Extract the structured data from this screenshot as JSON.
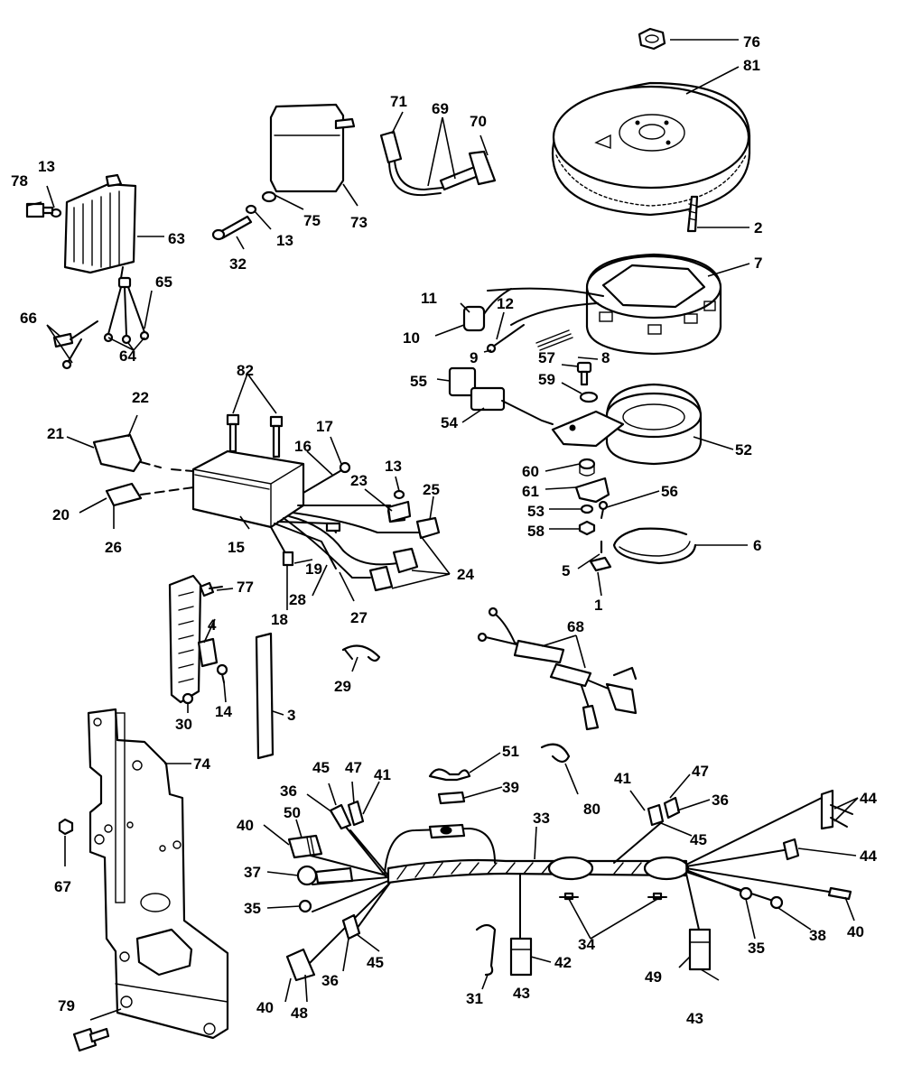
{
  "callouts": [
    {
      "id": "c76",
      "text": "76"
    },
    {
      "id": "c81",
      "text": "81"
    },
    {
      "id": "c2",
      "text": "2"
    },
    {
      "id": "c7",
      "text": "7"
    },
    {
      "id": "c71",
      "text": "71"
    },
    {
      "id": "c69",
      "text": "69"
    },
    {
      "id": "c70",
      "text": "70"
    },
    {
      "id": "c73",
      "text": "73"
    },
    {
      "id": "c75",
      "text": "75"
    },
    {
      "id": "c13a",
      "text": "13"
    },
    {
      "id": "c32",
      "text": "32"
    },
    {
      "id": "c13b",
      "text": "13"
    },
    {
      "id": "c78",
      "text": "78"
    },
    {
      "id": "c63",
      "text": "63"
    },
    {
      "id": "c65",
      "text": "65"
    },
    {
      "id": "c66",
      "text": "66"
    },
    {
      "id": "c64",
      "text": "64"
    },
    {
      "id": "c11",
      "text": "11"
    },
    {
      "id": "c12",
      "text": "12"
    },
    {
      "id": "c10",
      "text": "10"
    },
    {
      "id": "c9",
      "text": "9"
    },
    {
      "id": "c8",
      "text": "8"
    },
    {
      "id": "c57",
      "text": "57"
    },
    {
      "id": "c59",
      "text": "59"
    },
    {
      "id": "c55",
      "text": "55"
    },
    {
      "id": "c54",
      "text": "54"
    },
    {
      "id": "c52",
      "text": "52"
    },
    {
      "id": "c60",
      "text": "60"
    },
    {
      "id": "c61",
      "text": "61"
    },
    {
      "id": "c56",
      "text": "56"
    },
    {
      "id": "c53",
      "text": "53"
    },
    {
      "id": "c58",
      "text": "58"
    },
    {
      "id": "c6",
      "text": "6"
    },
    {
      "id": "c5",
      "text": "5"
    },
    {
      "id": "c1",
      "text": "1"
    },
    {
      "id": "c82",
      "text": "82"
    },
    {
      "id": "c22",
      "text": "22"
    },
    {
      "id": "c21",
      "text": "21"
    },
    {
      "id": "c17",
      "text": "17"
    },
    {
      "id": "c16",
      "text": "16"
    },
    {
      "id": "c13c",
      "text": "13"
    },
    {
      "id": "c23",
      "text": "23"
    },
    {
      "id": "c25",
      "text": "25"
    },
    {
      "id": "c20",
      "text": "20"
    },
    {
      "id": "c26",
      "text": "26"
    },
    {
      "id": "c15",
      "text": "15"
    },
    {
      "id": "c19",
      "text": "19"
    },
    {
      "id": "c24",
      "text": "24"
    },
    {
      "id": "c28",
      "text": "28"
    },
    {
      "id": "c27",
      "text": "27"
    },
    {
      "id": "c18",
      "text": "18"
    },
    {
      "id": "c77",
      "text": "77"
    },
    {
      "id": "c4",
      "text": "4"
    },
    {
      "id": "c14",
      "text": "14"
    },
    {
      "id": "c30",
      "text": "30"
    },
    {
      "id": "c3",
      "text": "3"
    },
    {
      "id": "c29",
      "text": "29"
    },
    {
      "id": "c68",
      "text": "68"
    },
    {
      "id": "c74",
      "text": "74"
    },
    {
      "id": "c67",
      "text": "67"
    },
    {
      "id": "c79",
      "text": "79"
    },
    {
      "id": "c51",
      "text": "51"
    },
    {
      "id": "c39",
      "text": "39"
    },
    {
      "id": "c80",
      "text": "80"
    },
    {
      "id": "c45a",
      "text": "45"
    },
    {
      "id": "c47a",
      "text": "47"
    },
    {
      "id": "c41a",
      "text": "41"
    },
    {
      "id": "c36a",
      "text": "36"
    },
    {
      "id": "c50",
      "text": "50"
    },
    {
      "id": "c40a",
      "text": "40"
    },
    {
      "id": "c37",
      "text": "37"
    },
    {
      "id": "c35a",
      "text": "35"
    },
    {
      "id": "c33",
      "text": "33"
    },
    {
      "id": "c41b",
      "text": "41"
    },
    {
      "id": "c47b",
      "text": "47"
    },
    {
      "id": "c36b",
      "text": "36"
    },
    {
      "id": "c45b",
      "text": "45"
    },
    {
      "id": "c44a",
      "text": "44"
    },
    {
      "id": "c44b",
      "text": "44"
    },
    {
      "id": "c34",
      "text": "34"
    },
    {
      "id": "c35b",
      "text": "35"
    },
    {
      "id": "c38",
      "text": "38"
    },
    {
      "id": "c40b",
      "text": "40"
    },
    {
      "id": "c42",
      "text": "42"
    },
    {
      "id": "c43a",
      "text": "43"
    },
    {
      "id": "c31",
      "text": "31"
    },
    {
      "id": "c49",
      "text": "49"
    },
    {
      "id": "c43b",
      "text": "43"
    },
    {
      "id": "c36c",
      "text": "36"
    },
    {
      "id": "c45c",
      "text": "45"
    },
    {
      "id": "c40c",
      "text": "40"
    },
    {
      "id": "c48",
      "text": "48"
    }
  ]
}
